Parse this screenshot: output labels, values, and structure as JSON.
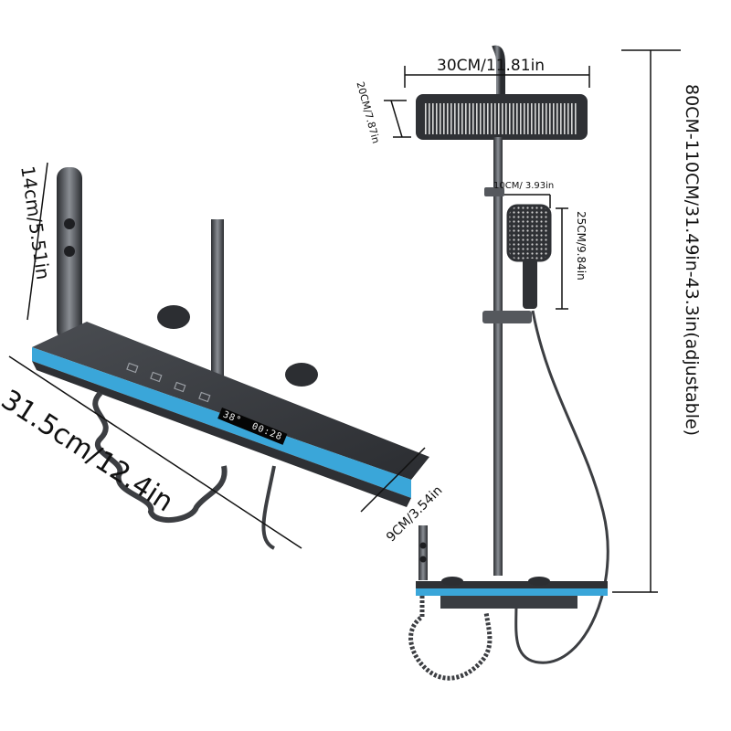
{
  "diagram": {
    "subject": "Thermostatic shower system with digital display",
    "colors": {
      "metal_dark": "#3a3d42",
      "metal_mid": "#6b6f75",
      "accent_blue": "#3aa6d9",
      "line": "#111111",
      "background": "#ffffff"
    },
    "left_view": {
      "panel_display": {
        "temperature": "38°",
        "time": "00:28"
      },
      "panel_buttons": [
        "button-1",
        "button-2",
        "button-3",
        "button-4"
      ],
      "dimensions": {
        "hand_shower_height": "14cm/5.51in",
        "panel_length": "31.5cm/12.4in",
        "panel_depth": "9CM/3.54in"
      }
    },
    "right_view": {
      "dimensions": {
        "head_width": "30CM/11.81in",
        "head_depth": "20CM/7.87in",
        "handheld_width": "10CM/ 3.93in",
        "handheld_length": "25CM/9.84in",
        "total_height": "80CM-110CM/31.49in-43.3in(adjustable)"
      }
    }
  }
}
